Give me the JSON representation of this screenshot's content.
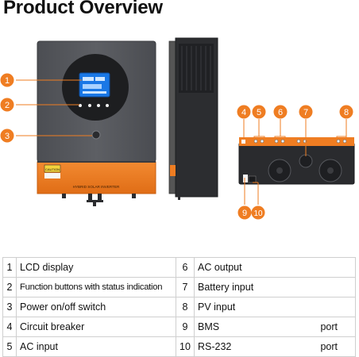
{
  "title": "Product Overview",
  "device": {
    "panel_label": "HYBRID SOLAR INVERTER",
    "caution_label": "CAUTION"
  },
  "callouts": [
    {
      "n": "1"
    },
    {
      "n": "2"
    },
    {
      "n": "3"
    },
    {
      "n": "4"
    },
    {
      "n": "5"
    },
    {
      "n": "6"
    },
    {
      "n": "7"
    },
    {
      "n": "8"
    },
    {
      "n": "9"
    },
    {
      "n": "10"
    }
  ],
  "legend": {
    "rows": [
      {
        "left_num": "1",
        "left_label": "LCD display",
        "right_num": "6",
        "right_label": "AC output",
        "right_suffix": ""
      },
      {
        "left_num": "2",
        "left_label": "Function buttons with status indication",
        "right_num": "7",
        "right_label": "Battery input",
        "right_suffix": ""
      },
      {
        "left_num": "3",
        "left_label": "Power on/off switch",
        "right_num": "8",
        "right_label": "PV input",
        "right_suffix": ""
      },
      {
        "left_num": "4",
        "left_label": "Circuit breaker",
        "right_num": "9",
        "right_label": "BMS",
        "right_suffix": "port"
      },
      {
        "left_num": "5",
        "left_label": "AC input",
        "right_num": "10",
        "right_label": "RS-232",
        "right_suffix": "port"
      }
    ]
  },
  "colors": {
    "accent_orange": "#ef7d22",
    "body_grey": "#55575c",
    "body_dark": "#2a2b2e",
    "lcd_blue": "#1a78e6"
  }
}
